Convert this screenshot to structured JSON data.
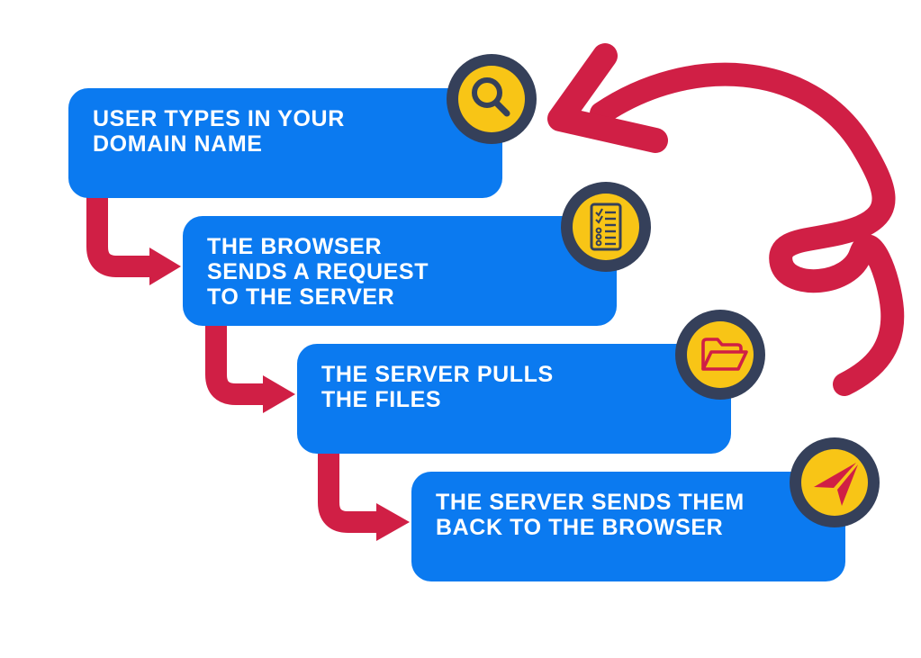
{
  "diagram": {
    "description": "DNS / web request flow infographic",
    "steps": [
      {
        "id": 1,
        "icon": "search-icon",
        "lines": [
          "USER TYPES IN YOUR",
          "DOMAIN NAME"
        ]
      },
      {
        "id": 2,
        "icon": "checklist-icon",
        "lines": [
          "THE BROWSER",
          "SENDS A REQUEST",
          "TO THE SERVER"
        ]
      },
      {
        "id": 3,
        "icon": "folder-icon",
        "lines": [
          "THE SERVER PULLS",
          "THE FILES"
        ]
      },
      {
        "id": 4,
        "icon": "paper-plane-icon",
        "lines": [
          "THE SERVER SENDS THEM",
          "BACK TO THE BROWSER"
        ]
      }
    ],
    "connectors": [
      {
        "from": 1,
        "to": 2,
        "shape": "elbow-arrow"
      },
      {
        "from": 2,
        "to": 3,
        "shape": "elbow-arrow"
      },
      {
        "from": 3,
        "to": 4,
        "shape": "elbow-arrow"
      },
      {
        "from": 4,
        "to": 1,
        "shape": "large-curled-loop-arrow"
      }
    ],
    "colors": {
      "box_blue": "#0b7af0",
      "arrow_red": "#d01f45",
      "icon_yellow": "#f8c516",
      "icon_ring_navy": "#35405a",
      "text": "#ffffff",
      "background": "#ffffff"
    }
  }
}
